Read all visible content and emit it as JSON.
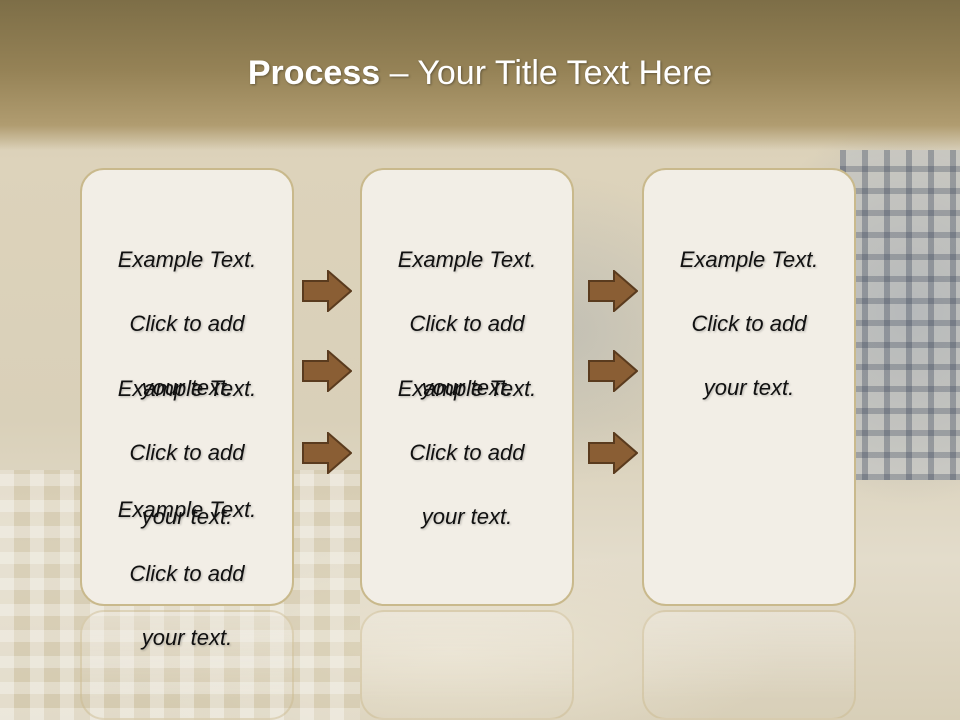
{
  "title": {
    "bold": "Process",
    "rest": " – Your Title Text Here"
  },
  "panels": [
    {
      "blocks": [
        {
          "line1": "Example Text.",
          "line2": "Click  to add",
          "line3": "your text."
        },
        {
          "line1": "Example Text.",
          "line2": "Click  to add",
          "line3": "your text."
        },
        {
          "line1": "Example Text.",
          "line2": "Click  to add",
          "line3": "your text."
        }
      ]
    },
    {
      "blocks": [
        {
          "line1": "Example Text.",
          "line2": "Click  to add",
          "line3": "your text."
        },
        {
          "line1": "Example Text.",
          "line2": "Click  to add",
          "line3": "your text."
        }
      ]
    },
    {
      "blocks": [
        {
          "line1": "Example Text.",
          "line2": "Click  to add",
          "line3": "your text."
        }
      ]
    }
  ],
  "colors": {
    "title_band": "#8f7c52",
    "panel_fill": "#f2eee6",
    "panel_border": "#c9b98c",
    "arrow_fill": "#8a5e34",
    "arrow_stroke": "#5a3b1e"
  },
  "icons": {
    "arrow": "right-arrow-icon"
  }
}
